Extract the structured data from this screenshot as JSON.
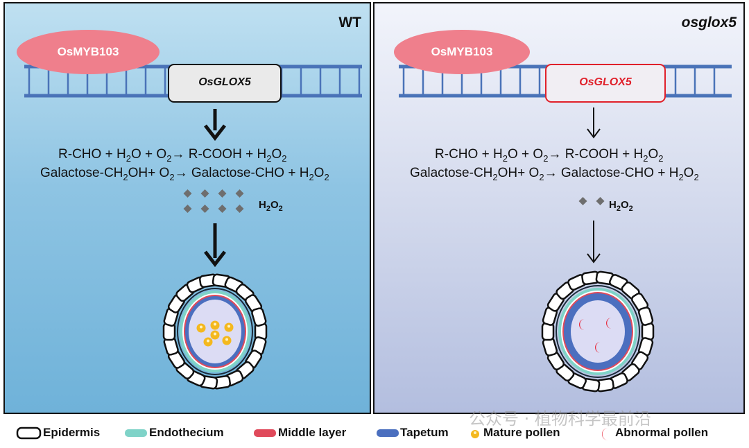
{
  "panels": {
    "wt": {
      "title": "WT",
      "transcription_factor": "OsMYB103",
      "gene": "OsGLOX5",
      "h2o2_label": "H2O2",
      "h2o2_marker_count": 8,
      "pollen_type": "Mature pollen",
      "pollen_count": 6
    },
    "mutant": {
      "title": "osglox5",
      "transcription_factor": "OsMYB103",
      "gene": "OsGLOX5",
      "h2o2_label": "H2O2",
      "h2o2_marker_count": 2,
      "pollen_type": "Abnormal pollen",
      "pollen_count": 3
    }
  },
  "reactions": {
    "line1": "R-CHO + H2O + O2→ R-COOH + H2O2",
    "line2": "Galactose-CH2OH+ O2→ Galactose-CHO + H2O2"
  },
  "legend": {
    "epidermis": "Epidermis",
    "endothecium": "Endothecium",
    "middle_layer": "Middle layer",
    "tapetum": "Tapetum",
    "mature_pollen": "Mature pollen",
    "abnormal_pollen": "Abnormal pollen"
  },
  "colors": {
    "tf_fill": "#ef7f8c",
    "dna": "#4a73b8",
    "endothecium": "#7fd3c8",
    "middle_layer": "#e04a5b",
    "tapetum": "#4b6fbf",
    "mature_pollen": "#f4b81e",
    "abnormal_pollen": "#e8293b",
    "mutant_gene": "#e0202a",
    "h2o2_marker": "#6e6e6e"
  },
  "watermark": "公众号 · 植物科学最前沿"
}
